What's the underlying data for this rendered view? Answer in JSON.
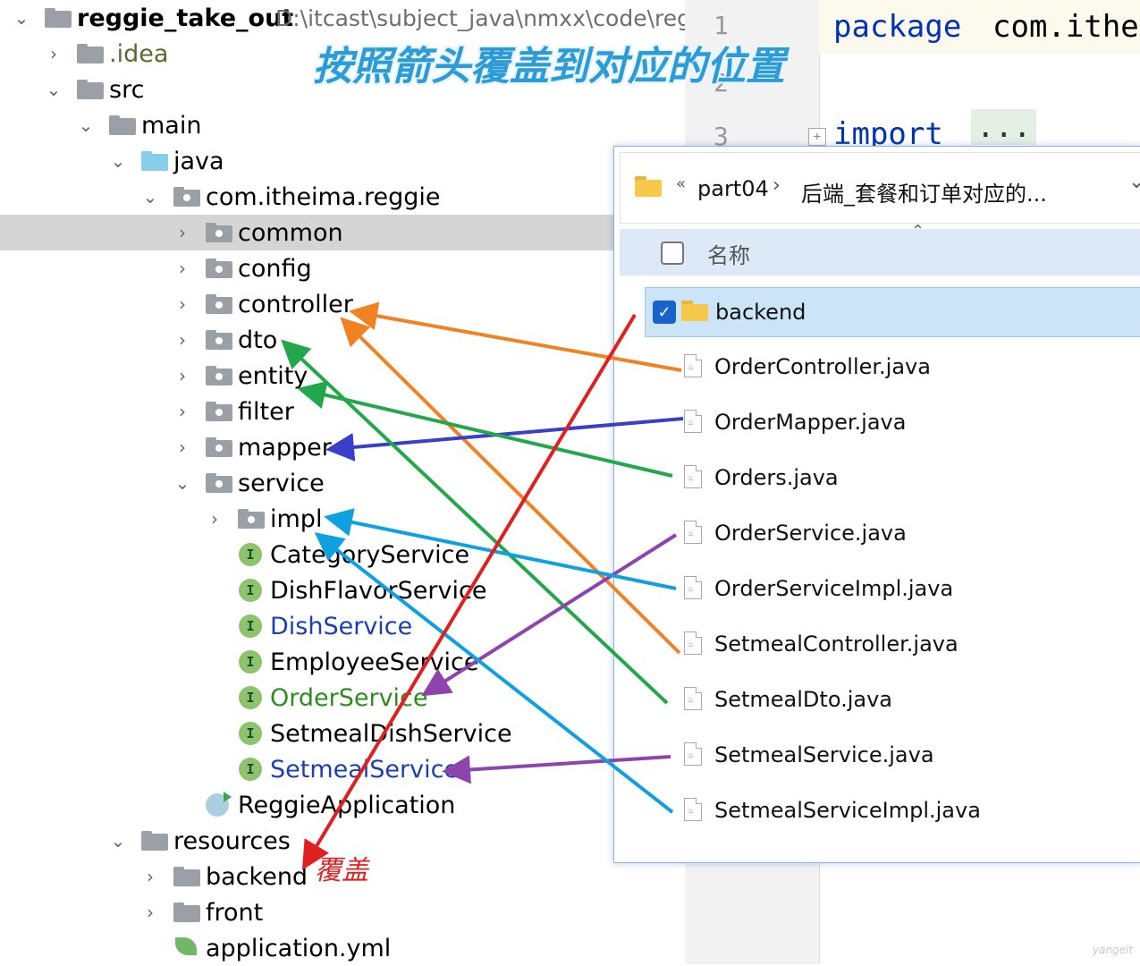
{
  "project": {
    "name": "reggie_take_out",
    "path": "D:\\itcast\\subject_java\\nmxx\\code\\reg",
    "tree": {
      "idea": ".idea",
      "src": "src",
      "main": "main",
      "java": "java",
      "package": "com.itheima.reggie",
      "folders": [
        "common",
        "config",
        "controller",
        "dto",
        "entity",
        "filter",
        "mapper",
        "service"
      ],
      "impl": "impl",
      "interfaces": [
        "CategoryService",
        "DishFlavorService",
        "DishService",
        "EmployeeService",
        "OrderService",
        "SetmealDishService",
        "SetmealService"
      ],
      "app_class": "ReggieApplication",
      "resources": "resources",
      "resource_items": [
        "backend",
        "front",
        "application.yml"
      ]
    }
  },
  "editor": {
    "line_numbers": [
      "1",
      "2",
      "3"
    ],
    "line1_keyword": "package",
    "line1_rest": "com.ithe",
    "line3_keyword": "import",
    "line3_fold": "..."
  },
  "explorer": {
    "breadcrumb_sep": "«",
    "breadcrumb": [
      "part04",
      "后端_套餐和订单对应的..."
    ],
    "column_header": "名称",
    "folder": "backend",
    "files": [
      "OrderController.java",
      "OrderMapper.java",
      "Orders.java",
      "OrderService.java",
      "OrderServiceImpl.java",
      "SetmealController.java",
      "SetmealDto.java",
      "SetmealService.java",
      "SetmealServiceImpl.java"
    ]
  },
  "annotations": {
    "title": "按照箭头覆盖到对应的位置",
    "cover": "覆盖",
    "watermark": "yangeit"
  },
  "colors": {
    "orange": "#f08224",
    "green": "#22a84a",
    "blue_arrow": "#3a3fc9",
    "purple": "#8e44ad",
    "cyan": "#0ea0e0",
    "red": "#e02020"
  }
}
